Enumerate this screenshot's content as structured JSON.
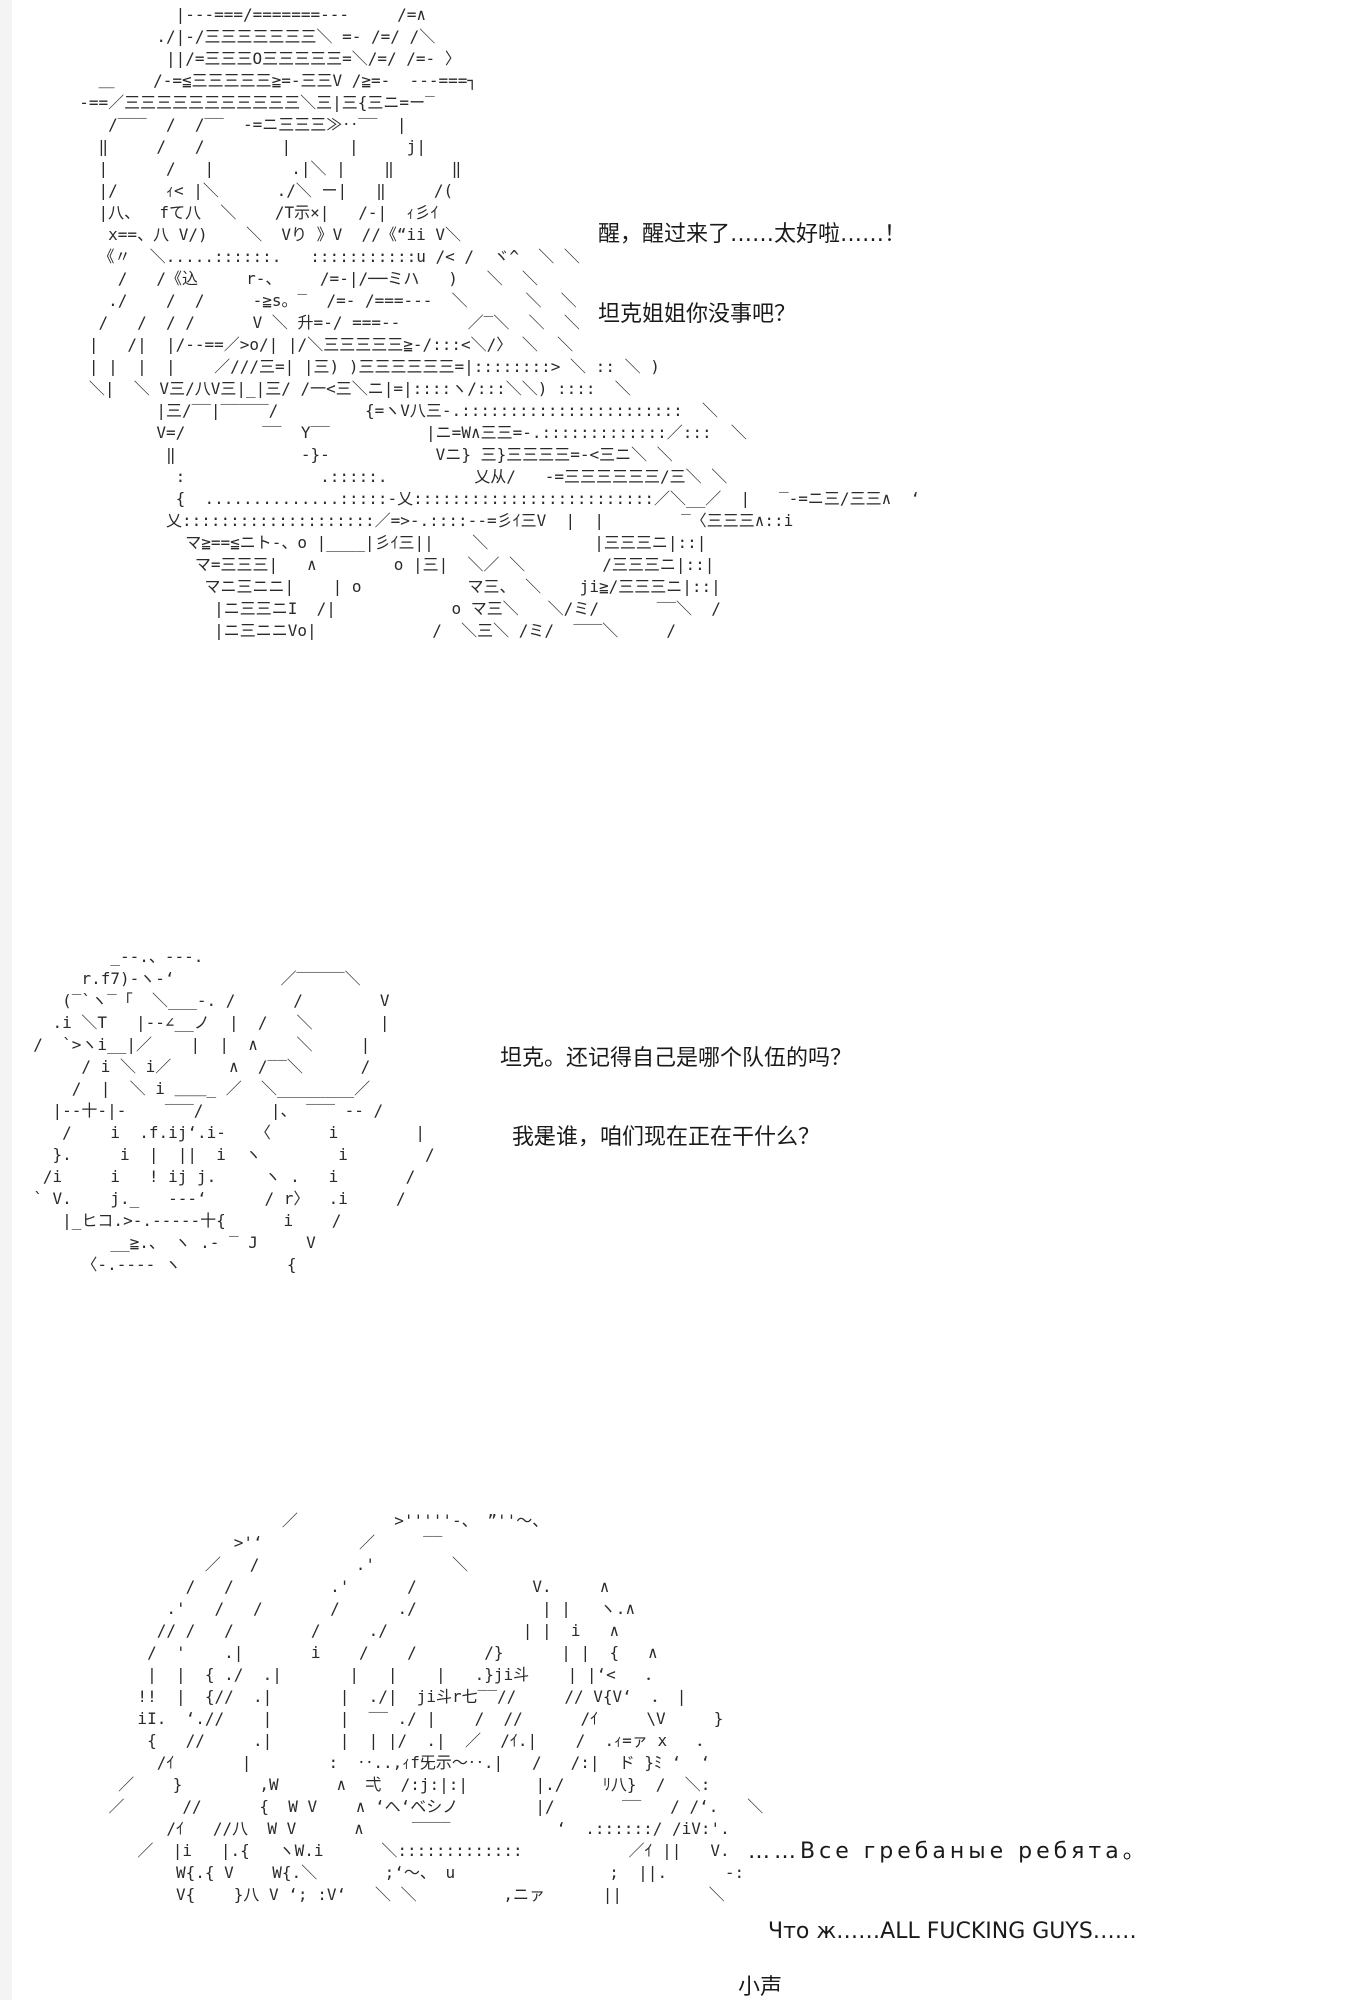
{
  "panels": [
    {
      "lines": [
        "醒，醒过来了……太好啦……！",
        "坦克姐姐你没事吧？"
      ]
    },
    {
      "lines": [
        "坦克。还记得自己是哪个队伍的吗？",
        "我是谁，咱们现在正在干什么？"
      ]
    },
    {
      "lines": [
        "……Все гребаные ребята。",
        "Что ж……ALL FUCKING GUYS……",
        "小声"
      ]
    }
  ]
}
